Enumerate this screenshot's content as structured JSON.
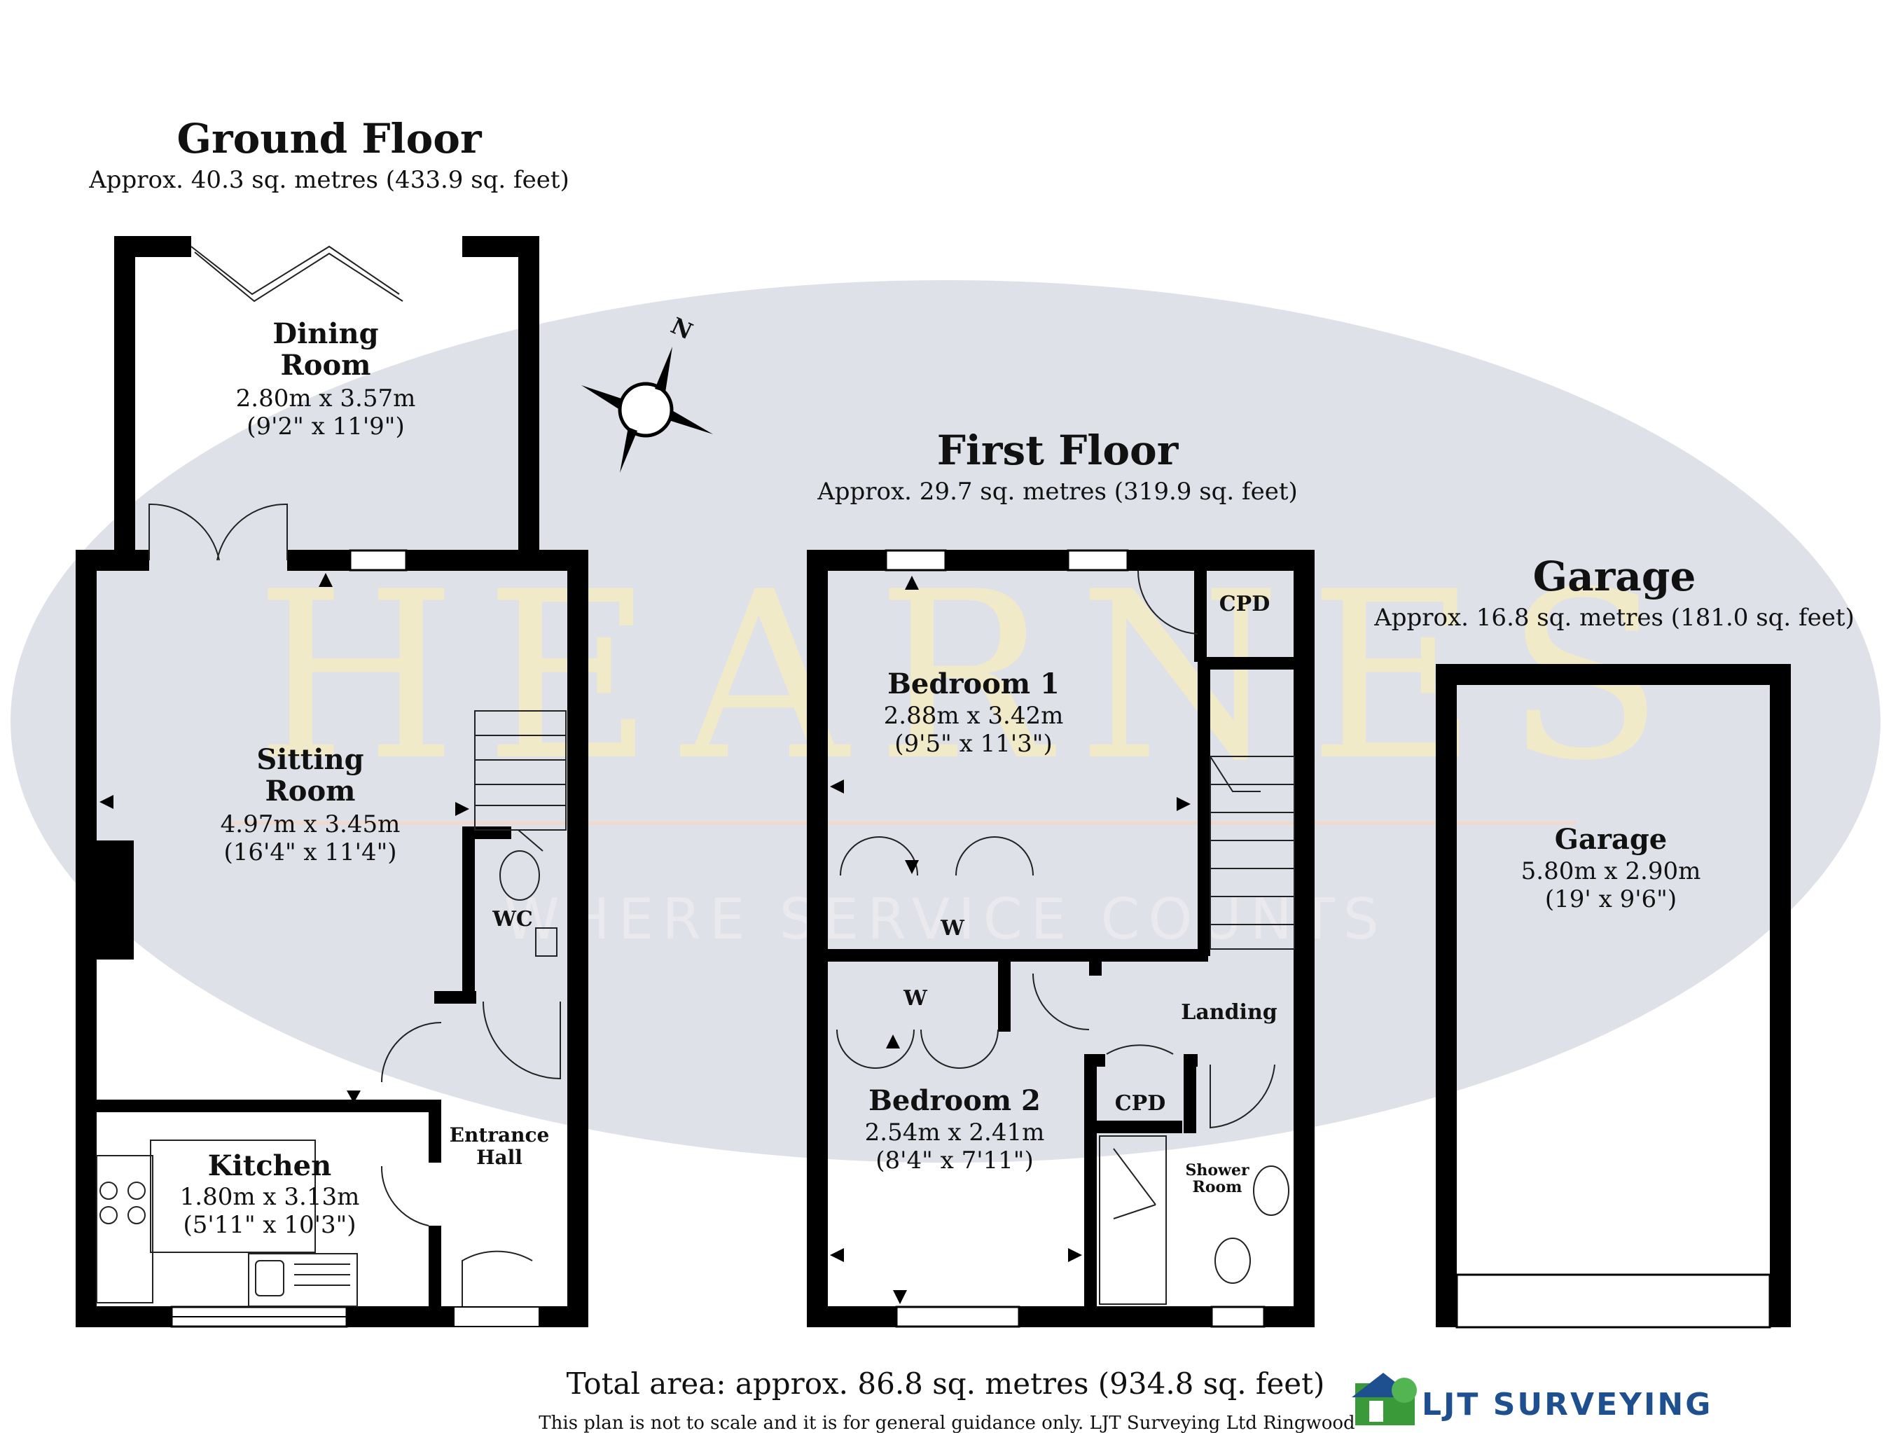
{
  "ground_floor": {
    "title": "Ground Floor",
    "area": "Approx. 40.3 sq. metres (433.9 sq. feet)",
    "rooms": {
      "dining": {
        "name_line1": "Dining",
        "name_line2": "Room",
        "metric": "2.80m x 3.57m",
        "imperial": "(9'2\" x 11'9\")"
      },
      "sitting": {
        "name_line1": "Sitting",
        "name_line2": "Room",
        "metric": "4.97m x 3.45m",
        "imperial": "(16'4\" x 11'4\")"
      },
      "kitchen": {
        "name": "Kitchen",
        "metric": "1.80m x 3.13m",
        "imperial": "(5'11\" x 10'3\")"
      },
      "wc": {
        "name": "WC"
      },
      "entrance": {
        "name_line1": "Entrance",
        "name_line2": "Hall"
      }
    }
  },
  "first_floor": {
    "title": "First Floor",
    "area": "Approx. 29.7 sq. metres (319.9 sq. feet)",
    "rooms": {
      "bedroom1": {
        "name": "Bedroom 1",
        "metric": "2.88m x 3.42m",
        "imperial": "(9'5\" x 11'3\")"
      },
      "bedroom2": {
        "name": "Bedroom 2",
        "metric": "2.54m x 2.41m",
        "imperial": "(8'4\" x 7'11\")"
      },
      "cpd_top": {
        "name": "CPD"
      },
      "cpd_bottom": {
        "name": "CPD"
      },
      "landing": {
        "name": "Landing"
      },
      "w_bed1": {
        "name": "W"
      },
      "w_bed2": {
        "name": "W"
      },
      "shower": {
        "name_line1": "Shower",
        "name_line2": "Room"
      }
    }
  },
  "garage": {
    "title": "Garage",
    "area": "Approx. 16.8 sq. metres (181.0 sq. feet)",
    "room": {
      "name": "Garage",
      "metric": "5.80m x 2.90m",
      "imperial": "(19' x 9'6\")"
    }
  },
  "compass": {
    "label": "N"
  },
  "watermark": {
    "brand": "HEARNES",
    "tagline": "WHERE SERVICE COUNTS"
  },
  "footer": {
    "total": "Total area: approx. 86.8 sq. metres (934.8 sq. feet)",
    "disclaimer": "This plan is not to scale and it is for general guidance only. LJT Surveying Ltd Ringwood",
    "logo_text": "LJT SURVEYING"
  },
  "colors": {
    "wall": "#000000",
    "watermark_ellipse": "#dfe1e8",
    "watermark_text": "#f4ecc4",
    "logo": "#1e4f8f",
    "logo_green": "#3a9a3a"
  }
}
